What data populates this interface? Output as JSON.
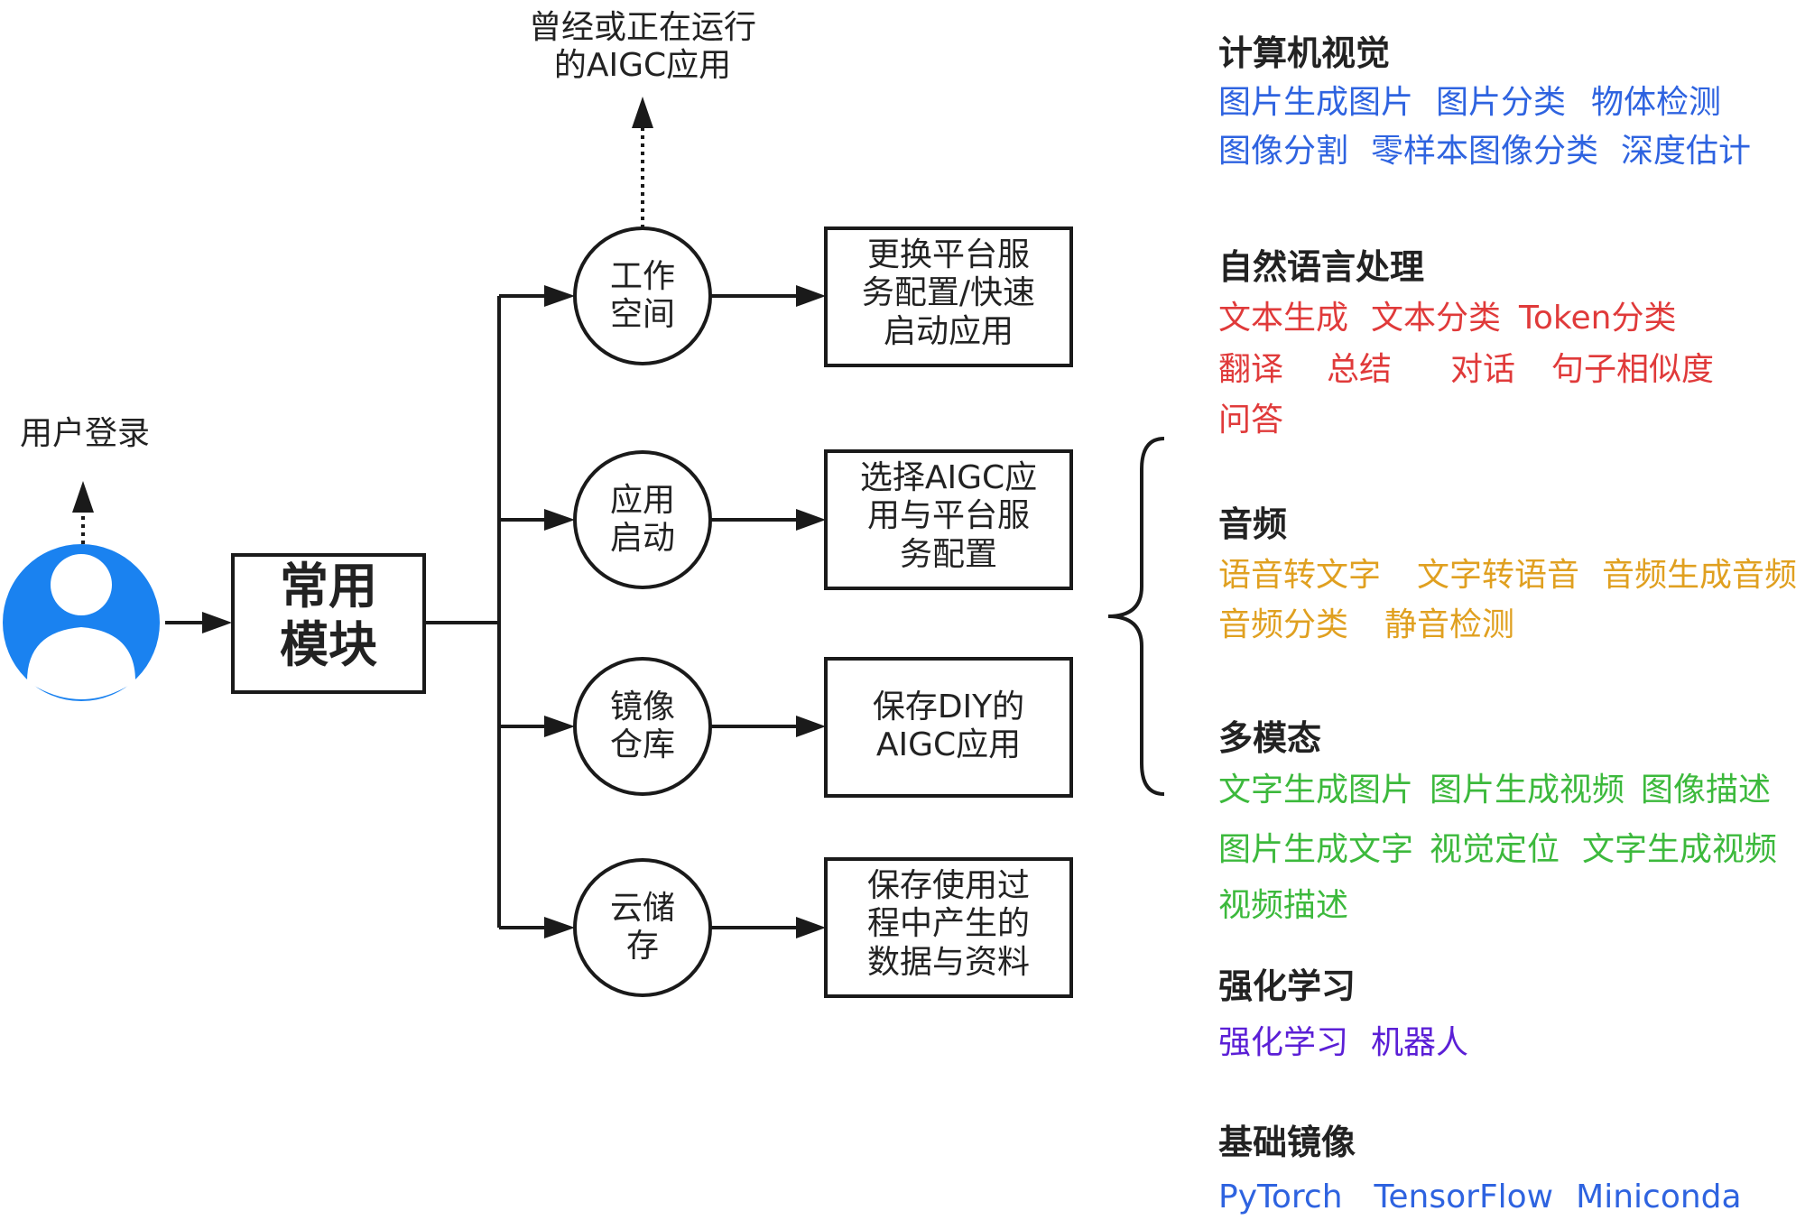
{
  "colors": {
    "line": "#1a1a1a",
    "avatar": "#1a82f0",
    "cv": "#2e63e0",
    "nlp": "#e03a3a",
    "audio": "#e0a020",
    "multimodal": "#3cb93c",
    "rl": "#5b1fd6",
    "base": "#2e63e0"
  },
  "labels": {
    "user_login": "用户登录",
    "running_apps": "曾经或正在运行\n的AIGC应用",
    "main_module": "常用\n模块"
  },
  "modules": [
    {
      "circle": "工作\n空间",
      "box": "更换平台服\n务配置/快速\n启动应用"
    },
    {
      "circle": "应用\n启动",
      "box": "选择AIGC应\n用与平台服\n务配置"
    },
    {
      "circle": "镜像\n仓库",
      "box": "保存DIY的\nAIGC应用"
    },
    {
      "circle": "云储\n存",
      "box": "保存使用过\n程中产生的\n数据与资料"
    }
  ],
  "categories": [
    {
      "title": "计算机视觉",
      "color": "#2e63e0",
      "lines": [
        [
          "图片生成图片",
          "图片分类",
          "物体检测"
        ],
        [
          "图像分割",
          "零样本图像分类",
          "深度估计"
        ]
      ]
    },
    {
      "title": "自然语言处理",
      "color": "#e03a3a",
      "lines": [
        [
          "文本生成",
          "文本分类",
          "Token分类"
        ],
        [
          "翻译",
          "总结",
          "对话",
          "句子相似度"
        ],
        [
          "问答"
        ]
      ]
    },
    {
      "title": "音频",
      "color": "#e0a020",
      "lines": [
        [
          "语音转文字",
          "文字转语音",
          "音频生成音频"
        ],
        [
          "音频分类",
          "静音检测"
        ]
      ]
    },
    {
      "title": "多模态",
      "color": "#3cb93c",
      "lines": [
        [
          "文字生成图片",
          "图片生成视频",
          "图像描述"
        ],
        [
          "图片生成文字",
          "视觉定位",
          "文字生成视频"
        ],
        [
          "视频描述"
        ]
      ]
    },
    {
      "title": "强化学习",
      "color": "#5b1fd6",
      "lines": [
        [
          "强化学习",
          "机器人"
        ]
      ]
    },
    {
      "title": "基础镜像",
      "color": "#2e63e0",
      "lines": [
        [
          "PyTorch",
          "TensorFlow",
          "Miniconda"
        ]
      ]
    }
  ]
}
